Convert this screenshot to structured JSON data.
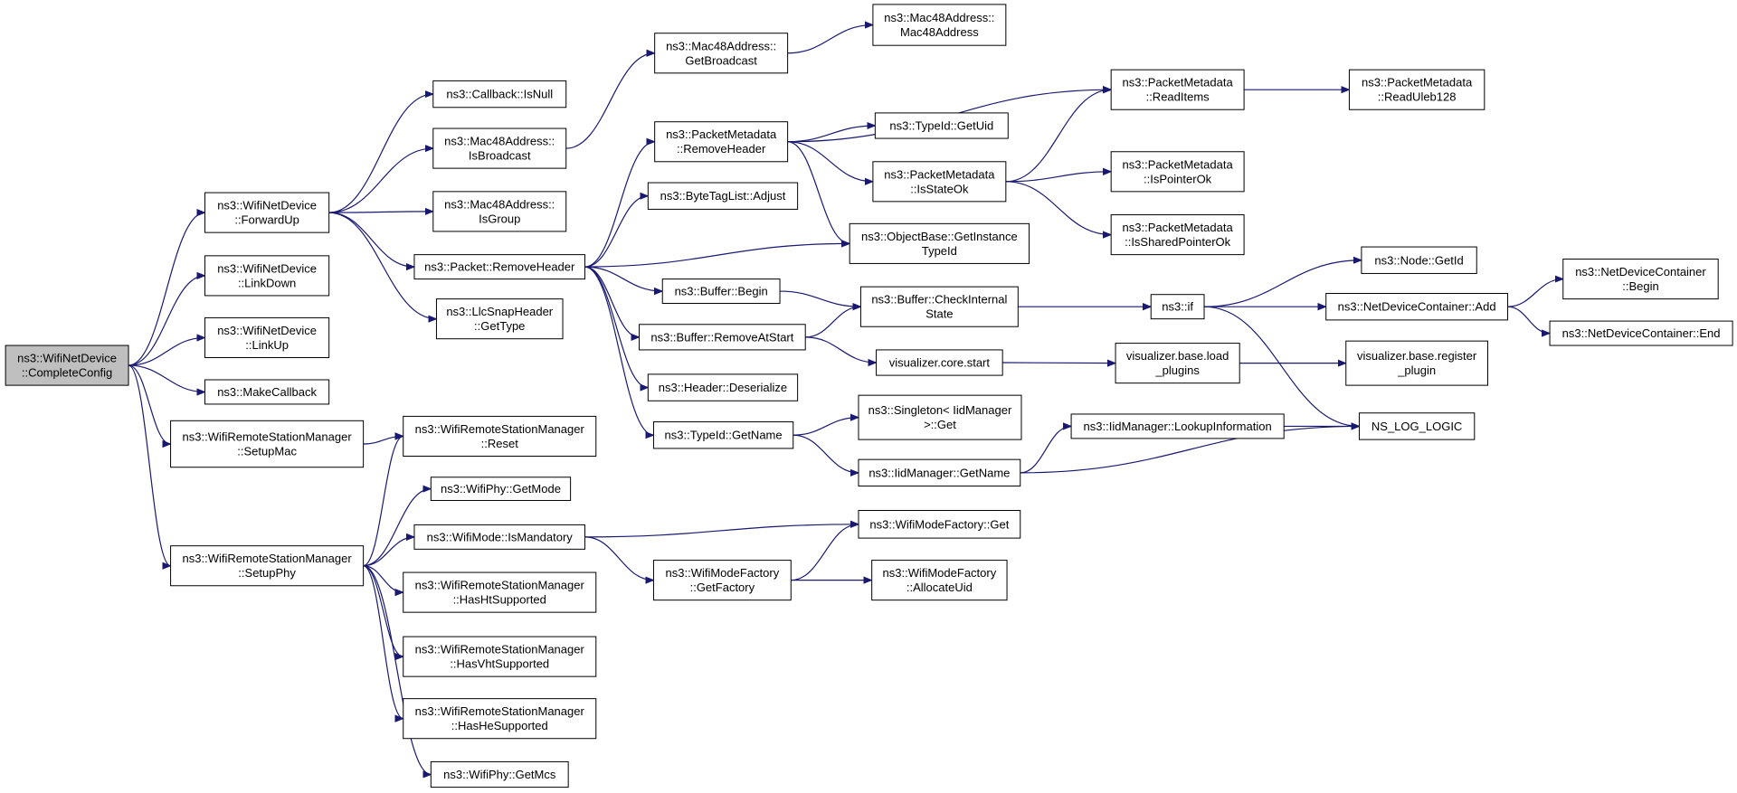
{
  "diagram": {
    "type": "call-graph",
    "root": "complete_config",
    "colors": {
      "edge": "#191970",
      "node_border": "#000000",
      "node_fill": "#ffffff",
      "root_fill": "#bfbfbf"
    },
    "nodes": {
      "complete_config": [
        "ns3::WifiNetDevice",
        "::CompleteConfig"
      ],
      "forward_up": [
        "ns3::WifiNetDevice",
        "::ForwardUp"
      ],
      "link_down": [
        "ns3::WifiNetDevice",
        "::LinkDown"
      ],
      "link_up": [
        "ns3::WifiNetDevice",
        "::LinkUp"
      ],
      "make_callback": [
        "ns3::MakeCallback"
      ],
      "setup_mac": [
        "ns3::WifiRemoteStationManager",
        "::SetupMac"
      ],
      "setup_phy": [
        "ns3::WifiRemoteStationManager",
        "::SetupPhy"
      ],
      "callback_isnull": [
        "ns3::Callback::IsNull"
      ],
      "mac48_isbroadcast": [
        "ns3::Mac48Address::",
        "IsBroadcast"
      ],
      "mac48_isgroup": [
        "ns3::Mac48Address::",
        "IsGroup"
      ],
      "packet_removeheader": [
        "ns3::Packet::RemoveHeader"
      ],
      "llcsnap_gettype": [
        "ns3::LlcSnapHeader",
        "::GetType"
      ],
      "wrsm_reset": [
        "ns3::WifiRemoteStationManager",
        "::Reset"
      ],
      "wifiphy_getmode": [
        "ns3::WifiPhy::GetMode"
      ],
      "wifimode_ismandatory": [
        "ns3::WifiMode::IsMandatory"
      ],
      "wrsm_hasht": [
        "ns3::WifiRemoteStationManager",
        "::HasHtSupported"
      ],
      "wrsm_hasvht": [
        "ns3::WifiRemoteStationManager",
        "::HasVhtSupported"
      ],
      "wrsm_hashe": [
        "ns3::WifiRemoteStationManager",
        "::HasHeSupported"
      ],
      "wifiphy_getmcs": [
        "ns3::WifiPhy::GetMcs"
      ],
      "mac48_getbroadcast": [
        "ns3::Mac48Address::",
        "GetBroadcast"
      ],
      "mac48_mac48address": [
        "ns3::Mac48Address::",
        "Mac48Address"
      ],
      "pm_removeheader": [
        "ns3::PacketMetadata",
        "::RemoveHeader"
      ],
      "bytetaglist_adjust": [
        "ns3::ByteTagList::Adjust"
      ],
      "buffer_begin": [
        "ns3::Buffer::Begin"
      ],
      "buffer_removeatstart": [
        "ns3::Buffer::RemoveAtStart"
      ],
      "header_deserialize": [
        "ns3::Header::Deserialize"
      ],
      "typeid_getname": [
        "ns3::TypeId::GetName"
      ],
      "wmf_getfactory": [
        "ns3::WifiModeFactory",
        "::GetFactory"
      ],
      "typeid_getuid": [
        "ns3::TypeId::GetUid"
      ],
      "pm_isstateok": [
        "ns3::PacketMetadata",
        "::IsStateOk"
      ],
      "objectbase_getinstancetypeid": [
        "ns3::ObjectBase::GetInstance",
        "TypeId"
      ],
      "buffer_checkinternalstate": [
        "ns3::Buffer::CheckInternal",
        "State"
      ],
      "visualizer_core_start": [
        "visualizer.core.start"
      ],
      "singleton_iidmanager_get": [
        "ns3::Singleton< IidManager",
        ">::Get"
      ],
      "iidmanager_getname": [
        "ns3::IidManager::GetName"
      ],
      "wmf_get": [
        "ns3::WifiModeFactory::Get"
      ],
      "wmf_allocateuid": [
        "ns3::WifiModeFactory",
        "::AllocateUid"
      ],
      "pm_readitems": [
        "ns3::PacketMetadata",
        "::ReadItems"
      ],
      "pm_ispointerok": [
        "ns3::PacketMetadata",
        "::IsPointerOk"
      ],
      "pm_issharedpointerok": [
        "ns3::PacketMetadata",
        "::IsSharedPointerOk"
      ],
      "ns3_if": [
        "ns3::if"
      ],
      "visualizer_base_load_plugins": [
        "visualizer.base.load",
        "_plugins"
      ],
      "iidmanager_lookupinformation": [
        "ns3::IidManager::LookupInformation"
      ],
      "pm_readuleb128": [
        "ns3::PacketMetadata",
        "::ReadUleb128"
      ],
      "node_getid": [
        "ns3::Node::GetId"
      ],
      "ndc_add": [
        "ns3::NetDeviceContainer::Add"
      ],
      "visualizer_base_register_plugin": [
        "visualizer.base.register",
        "_plugin"
      ],
      "ns_log_logic": [
        "NS_LOG_LOGIC"
      ],
      "ndc_begin": [
        "ns3::NetDeviceContainer",
        "::Begin"
      ],
      "ndc_end": [
        "ns3::NetDeviceContainer::End"
      ]
    },
    "edges": [
      [
        "complete_config",
        "forward_up"
      ],
      [
        "complete_config",
        "link_down"
      ],
      [
        "complete_config",
        "link_up"
      ],
      [
        "complete_config",
        "make_callback"
      ],
      [
        "complete_config",
        "setup_mac"
      ],
      [
        "complete_config",
        "setup_phy"
      ],
      [
        "forward_up",
        "callback_isnull"
      ],
      [
        "forward_up",
        "mac48_isbroadcast"
      ],
      [
        "forward_up",
        "mac48_isgroup"
      ],
      [
        "forward_up",
        "packet_removeheader"
      ],
      [
        "forward_up",
        "llcsnap_gettype"
      ],
      [
        "setup_mac",
        "wrsm_reset"
      ],
      [
        "setup_phy",
        "wrsm_reset"
      ],
      [
        "setup_phy",
        "wifiphy_getmode"
      ],
      [
        "setup_phy",
        "wifimode_ismandatory"
      ],
      [
        "setup_phy",
        "wrsm_hasht"
      ],
      [
        "setup_phy",
        "wrsm_hasvht"
      ],
      [
        "setup_phy",
        "wrsm_hashe"
      ],
      [
        "setup_phy",
        "wifiphy_getmcs"
      ],
      [
        "mac48_isbroadcast",
        "mac48_getbroadcast"
      ],
      [
        "mac48_getbroadcast",
        "mac48_mac48address"
      ],
      [
        "packet_removeheader",
        "pm_removeheader"
      ],
      [
        "packet_removeheader",
        "bytetaglist_adjust"
      ],
      [
        "packet_removeheader",
        "objectbase_getinstancetypeid"
      ],
      [
        "packet_removeheader",
        "buffer_begin"
      ],
      [
        "packet_removeheader",
        "buffer_removeatstart"
      ],
      [
        "packet_removeheader",
        "header_deserialize"
      ],
      [
        "packet_removeheader",
        "typeid_getname"
      ],
      [
        "wifimode_ismandatory",
        "wmf_get"
      ],
      [
        "wifimode_ismandatory",
        "wmf_getfactory"
      ],
      [
        "pm_removeheader",
        "pm_readitems"
      ],
      [
        "pm_removeheader",
        "typeid_getuid"
      ],
      [
        "pm_removeheader",
        "pm_isstateok"
      ],
      [
        "pm_removeheader",
        "objectbase_getinstancetypeid"
      ],
      [
        "pm_isstateok",
        "pm_readitems"
      ],
      [
        "pm_isstateok",
        "pm_ispointerok"
      ],
      [
        "pm_isstateok",
        "pm_issharedpointerok"
      ],
      [
        "pm_readitems",
        "pm_readuleb128"
      ],
      [
        "buffer_begin",
        "buffer_checkinternalstate"
      ],
      [
        "buffer_removeatstart",
        "buffer_checkinternalstate"
      ],
      [
        "buffer_removeatstart",
        "visualizer_core_start"
      ],
      [
        "buffer_checkinternalstate",
        "ns3_if"
      ],
      [
        "ns3_if",
        "node_getid"
      ],
      [
        "ns3_if",
        "ndc_add"
      ],
      [
        "ns3_if",
        "ns_log_logic"
      ],
      [
        "ndc_add",
        "ndc_begin"
      ],
      [
        "ndc_add",
        "ndc_end"
      ],
      [
        "visualizer_core_start",
        "visualizer_base_load_plugins"
      ],
      [
        "visualizer_base_load_plugins",
        "visualizer_base_register_plugin"
      ],
      [
        "typeid_getname",
        "singleton_iidmanager_get"
      ],
      [
        "typeid_getname",
        "iidmanager_getname"
      ],
      [
        "iidmanager_getname",
        "iidmanager_lookupinformation"
      ],
      [
        "iidmanager_getname",
        "ns_log_logic"
      ],
      [
        "iidmanager_lookupinformation",
        "ns_log_logic"
      ],
      [
        "wmf_getfactory",
        "wmf_get"
      ],
      [
        "wmf_getfactory",
        "wmf_allocateuid"
      ]
    ]
  }
}
